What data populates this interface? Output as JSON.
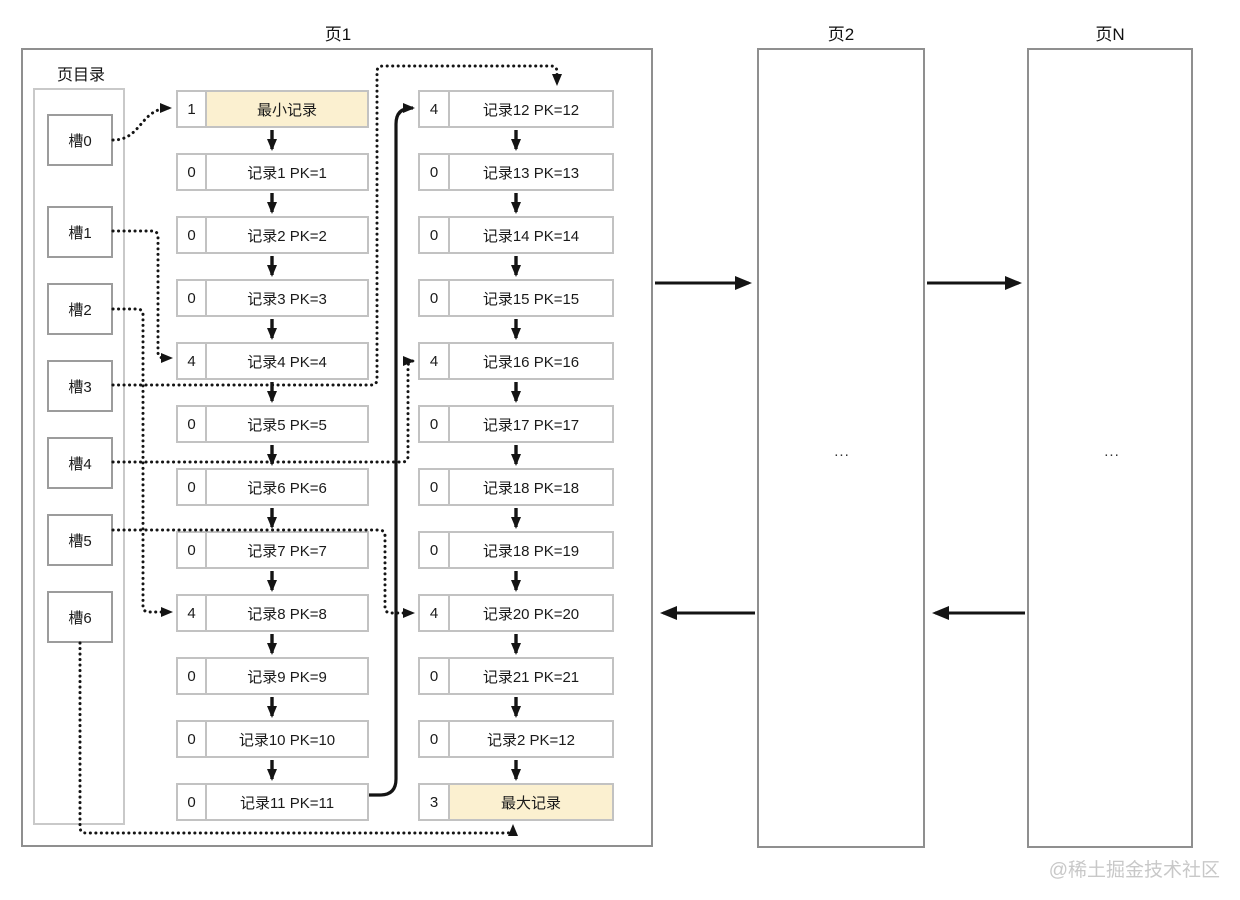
{
  "page1": {
    "title": "页1",
    "directory": {
      "label": "页目录",
      "slots": [
        "槽0",
        "槽1",
        "槽2",
        "槽3",
        "槽4",
        "槽5",
        "槽6"
      ]
    },
    "records_left": [
      {
        "n": "1",
        "label": "最小记录",
        "highlight": true
      },
      {
        "n": "0",
        "label": "记录1 PK=1",
        "highlight": false
      },
      {
        "n": "0",
        "label": "记录2 PK=2",
        "highlight": false
      },
      {
        "n": "0",
        "label": "记录3 PK=3",
        "highlight": false
      },
      {
        "n": "4",
        "label": "记录4 PK=4",
        "highlight": false
      },
      {
        "n": "0",
        "label": "记录5 PK=5",
        "highlight": false
      },
      {
        "n": "0",
        "label": "记录6 PK=6",
        "highlight": false
      },
      {
        "n": "0",
        "label": "记录7 PK=7",
        "highlight": false
      },
      {
        "n": "4",
        "label": "记录8 PK=8",
        "highlight": false
      },
      {
        "n": "0",
        "label": "记录9 PK=9",
        "highlight": false
      },
      {
        "n": "0",
        "label": "记录10 PK=10",
        "highlight": false
      },
      {
        "n": "0",
        "label": "记录11 PK=11",
        "highlight": false
      }
    ],
    "records_right": [
      {
        "n": "4",
        "label": "记录12 PK=12",
        "highlight": false
      },
      {
        "n": "0",
        "label": "记录13 PK=13",
        "highlight": false
      },
      {
        "n": "0",
        "label": "记录14 PK=14",
        "highlight": false
      },
      {
        "n": "0",
        "label": "记录15 PK=15",
        "highlight": false
      },
      {
        "n": "4",
        "label": "记录16 PK=16",
        "highlight": false
      },
      {
        "n": "0",
        "label": "记录17 PK=17",
        "highlight": false
      },
      {
        "n": "0",
        "label": "记录18 PK=18",
        "highlight": false
      },
      {
        "n": "0",
        "label": "记录18 PK=19",
        "highlight": false
      },
      {
        "n": "4",
        "label": "记录20 PK=20",
        "highlight": false
      },
      {
        "n": "0",
        "label": "记录21 PK=21",
        "highlight": false
      },
      {
        "n": "0",
        "label": "记录2 PK=12",
        "highlight": false
      },
      {
        "n": "3",
        "label": "最大记录",
        "highlight": true
      }
    ]
  },
  "page2": {
    "title": "页2",
    "content": "..."
  },
  "pageN": {
    "title": "页N",
    "content": "..."
  },
  "watermark": "@稀土掘金技术社区",
  "colors": {
    "highlight": "#FBF0D0",
    "record_border": "#c2c2c2",
    "page_border": "#8f8f8f",
    "connector": "#141414",
    "watermark": "#c8c8c8"
  }
}
